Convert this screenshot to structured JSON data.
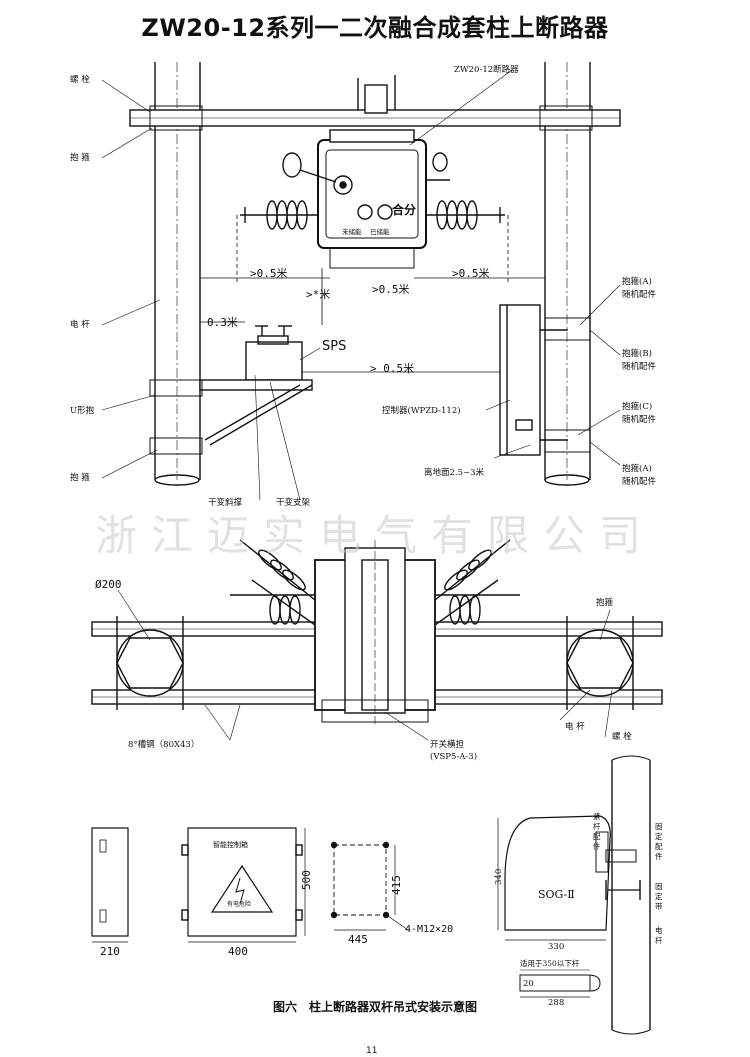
{
  "title": "ZW20-12系列一二次融合成套柱上断路器",
  "watermark": "浙江迈实电气有限公司",
  "caption": "图六　柱上断路器双杆吊式安装示意图",
  "page_number": "11",
  "top_diagram": {
    "breaker_label": "ZW20-12断路器",
    "left_labels": [
      "螺 栓",
      "抱 箍",
      "电 杆",
      "U形抱",
      "抱 箍"
    ],
    "right_labels": [
      "抱箍(A)",
      "随机配件",
      "抱箍(B)",
      "随机配件",
      "抱箍(C)",
      "随机配件",
      "抱箍(A)",
      "随机配件"
    ],
    "switch_text": "合分",
    "small_marks": [
      "未储能",
      "已储能"
    ],
    "distances": [
      ">0.5米",
      ">0.5米",
      ">*米",
      ">0.5米",
      "0.3米",
      "> 0.5米"
    ],
    "sps_label": "SPS",
    "controller_label": "控制器(WPZD-112)",
    "ground_height": "离地面2.5~3米",
    "bracket_brace": "干变斜撑",
    "bracket_support": "干变支架"
  },
  "middle_diagram": {
    "diameter": "Ø200",
    "hoop": "抱箍",
    "pole": "电 杆",
    "bolt": "螺 栓",
    "channel_steel": "8°槽钢（80X43）",
    "switch_crossarm": "开关横担",
    "crossarm_model": "(VSP5-A-3)"
  },
  "bottom_diagram": {
    "box_title": "智能控制箱",
    "warning_text": "有电危险",
    "dims_side": [
      "210"
    ],
    "dims_front": [
      "400",
      "500"
    ],
    "dims_mount": [
      "445",
      "415",
      "4-M12×20"
    ],
    "sog_label": "SOG-Ⅱ",
    "sog_dims": [
      "340",
      "330",
      "20",
      "288"
    ],
    "sog_note": "适用于350以下杆",
    "right_labels": [
      "紧杆配件",
      "固定配件",
      "固定带",
      "电杆"
    ]
  }
}
